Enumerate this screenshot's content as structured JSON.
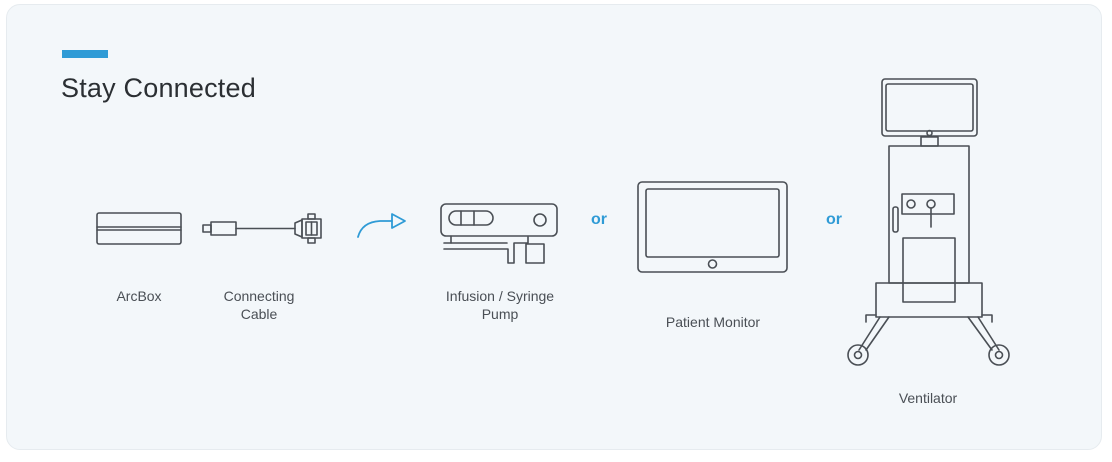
{
  "card": {
    "title": "Stay Connected"
  },
  "devices": {
    "arcbox": {
      "label": "ArcBox",
      "icon": "arcbox-icon"
    },
    "cable": {
      "label": "Connecting Cable",
      "icon": "cable-icon"
    },
    "pump": {
      "label": "Infusion / Syringe Pump",
      "icon": "infusion-pump-icon"
    },
    "monitor": {
      "label": "Patient Monitor",
      "icon": "monitor-icon"
    },
    "ventilator": {
      "label": "Ventilator",
      "icon": "ventilator-icon"
    }
  },
  "connectors": {
    "arrow": {
      "icon": "arrow-right-icon"
    },
    "or_1": "or",
    "or_2": "or"
  },
  "colors": {
    "accent": "#2f9bd6",
    "stroke": "#4a4f55",
    "card_bg": "#f3f7fa",
    "title_text": "#2b2f33"
  }
}
